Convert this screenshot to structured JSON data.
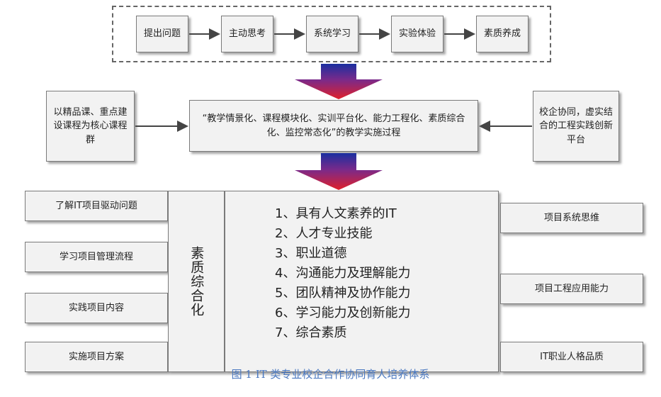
{
  "flow": [
    "提出问题",
    "主动思考",
    "系统学习",
    "实验体验",
    "素质养成"
  ],
  "left_source": "以精品课、重点建设课程为核心课程群",
  "center_process": "“教学情景化、课程模块化、实训平台化、能力工程化、素质综合化、监控常态化”的教学实施过程",
  "right_source": "校企协同，虚实结合的工程实践创新平台",
  "left_items": [
    "了解IT项目驱动问题",
    "学习项目管理流程",
    "实践项目内容",
    "实施项目方案"
  ],
  "middle_label": "素质综合化",
  "abilities": [
    "1、具有人文素养的IT",
    "2、人才专业技能",
    "3、职业道德",
    "4、沟通能力及理解能力",
    "5、团队精神及协作能力",
    "6、学习能力及创新能力",
    "7、综合素质"
  ],
  "right_items": [
    "项目系统思维",
    "项目工程应用能力",
    "IT职业人格品质"
  ],
  "caption": "图 1 IT 类专业校企合作协同育人培养体系",
  "colors": {
    "arrow_top": "#1a2fa0",
    "arrow_bottom": "#e0202a",
    "caption": "#4a78c0"
  }
}
